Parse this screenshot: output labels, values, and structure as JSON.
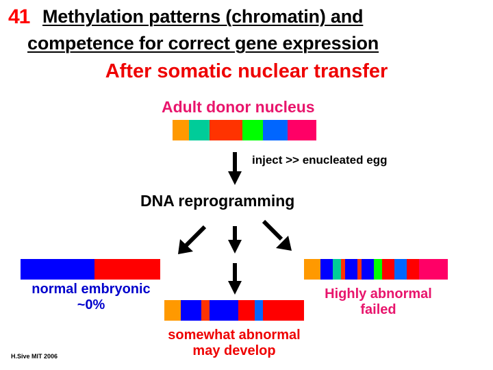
{
  "slide": {
    "number": "41",
    "title_line1": "Methylation patterns (chromatin) and",
    "title_line2": "competence for correct gene expression",
    "subtitle": "After somatic nuclear transfer"
  },
  "colors": {
    "orange": "#ff9900",
    "teal": "#00cc99",
    "red_orange": "#ff3300",
    "green": "#00ff00",
    "mid_blue": "#0066ff",
    "magenta": "#ff0066",
    "blue": "#0000ff",
    "red": "#ff0000",
    "label_magenta": "#e8156c",
    "label_blue": "#0000cc",
    "label_red": "#ee0000"
  },
  "donor": {
    "label": "Adult donor nucleus",
    "segments": [
      {
        "color": "#ff9900",
        "weight": 1
      },
      {
        "color": "#00cc99",
        "weight": 1.25
      },
      {
        "color": "#ff3300",
        "weight": 2
      },
      {
        "color": "#00ff00",
        "weight": 1.25
      },
      {
        "color": "#0066ff",
        "weight": 1.5
      },
      {
        "color": "#ff0066",
        "weight": 1.75
      }
    ]
  },
  "steps": {
    "inject_label": "inject >> enucleated egg",
    "reprogramming_label": "DNA reprogramming"
  },
  "outcomes": {
    "normal": {
      "line1": "normal embryonic",
      "line2": "~0%",
      "segments": [
        {
          "color": "#0000ff",
          "weight": 108
        },
        {
          "color": "#ff0000",
          "weight": 96
        }
      ]
    },
    "somewhat": {
      "line1": "somewhat abnormal",
      "line2": "may develop",
      "segments": [
        {
          "color": "#ff9900",
          "weight": 24
        },
        {
          "color": "#0000ff",
          "weight": 30
        },
        {
          "color": "#ff3300",
          "weight": 12
        },
        {
          "color": "#0000ff",
          "weight": 42
        },
        {
          "color": "#ff0000",
          "weight": 24
        },
        {
          "color": "#0066ff",
          "weight": 12
        },
        {
          "color": "#ff0000",
          "weight": 60
        }
      ]
    },
    "highly": {
      "line1": "Highly abnormal",
      "line2": "failed",
      "segments": [
        {
          "color": "#ff9900",
          "weight": 24
        },
        {
          "color": "#0000ff",
          "weight": 18
        },
        {
          "color": "#00cc99",
          "weight": 12
        },
        {
          "color": "#ff3300",
          "weight": 6
        },
        {
          "color": "#0000ff",
          "weight": 18
        },
        {
          "color": "#ff3300",
          "weight": 6
        },
        {
          "color": "#0000ff",
          "weight": 18
        },
        {
          "color": "#00ff00",
          "weight": 12
        },
        {
          "color": "#ff0000",
          "weight": 18
        },
        {
          "color": "#0066ff",
          "weight": 18
        },
        {
          "color": "#ff0000",
          "weight": 18
        },
        {
          "color": "#ff0066",
          "weight": 42
        }
      ]
    }
  },
  "credit": "H.Sive MIT  2006"
}
